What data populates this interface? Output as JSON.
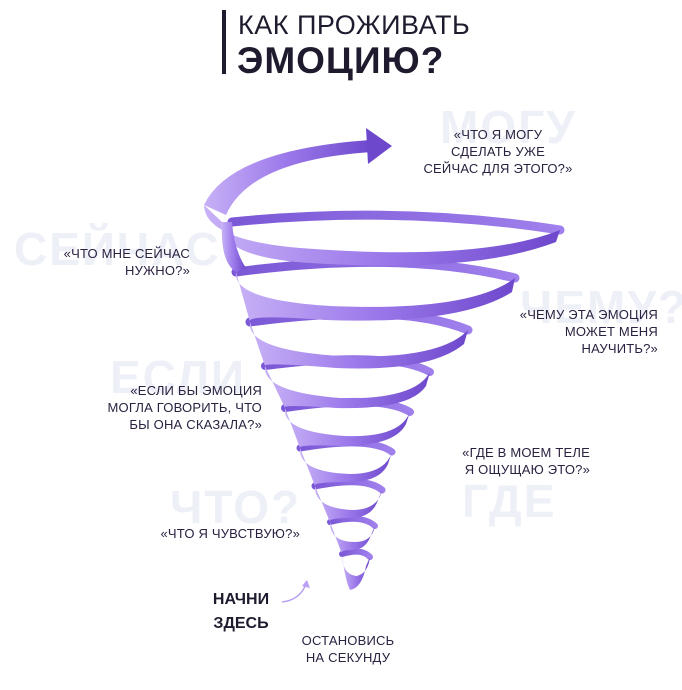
{
  "title": {
    "line1": "КАК ПРОЖИВАТЬ",
    "line2": "ЭМОЦИЮ?"
  },
  "ghost_words": {
    "top_right": "МОГУ",
    "left": "СЕЙЧАС",
    "right": "ЧЕМУ?",
    "mid_left": "ЕСЛИ",
    "mid_right": "ГДЕ",
    "bottom": "ЧТО?"
  },
  "questions": {
    "q1": "«ЧТО Я МОГУ\nСДЕЛАТЬ УЖЕ\nСЕЙЧАС ДЛЯ ЭТОГО?»",
    "q2": "«ЧТО МНЕ СЕЙЧАС\nНУЖНО?»",
    "q3": "«ЧЕМУ ЭТА ЭМОЦИЯ\nМОЖЕТ МЕНЯ\nНАУЧИТЬ?»",
    "q4": "«ЕСЛИ БЫ ЭМОЦИЯ\nМОГЛА ГОВОРИТЬ, ЧТО\nБЫ ОНА СКАЗАЛА?»",
    "q5": "«ГДЕ В МОЕМ ТЕЛЕ\nЯ ОЩУЩАЮ ЭТО?»",
    "q6": "«ЧТО Я ЧУВСТВУЮ?»"
  },
  "start_label": "НАЧНИ\nЗДЕСЬ",
  "stop_label": "ОСТАНОВИСЬ\nНА СЕКУНДУ",
  "colors": {
    "spiral_light": "#b9a0f2",
    "spiral_mid": "#8e6be2",
    "spiral_dark": "#6a45c9",
    "text": "#2b2140"
  }
}
